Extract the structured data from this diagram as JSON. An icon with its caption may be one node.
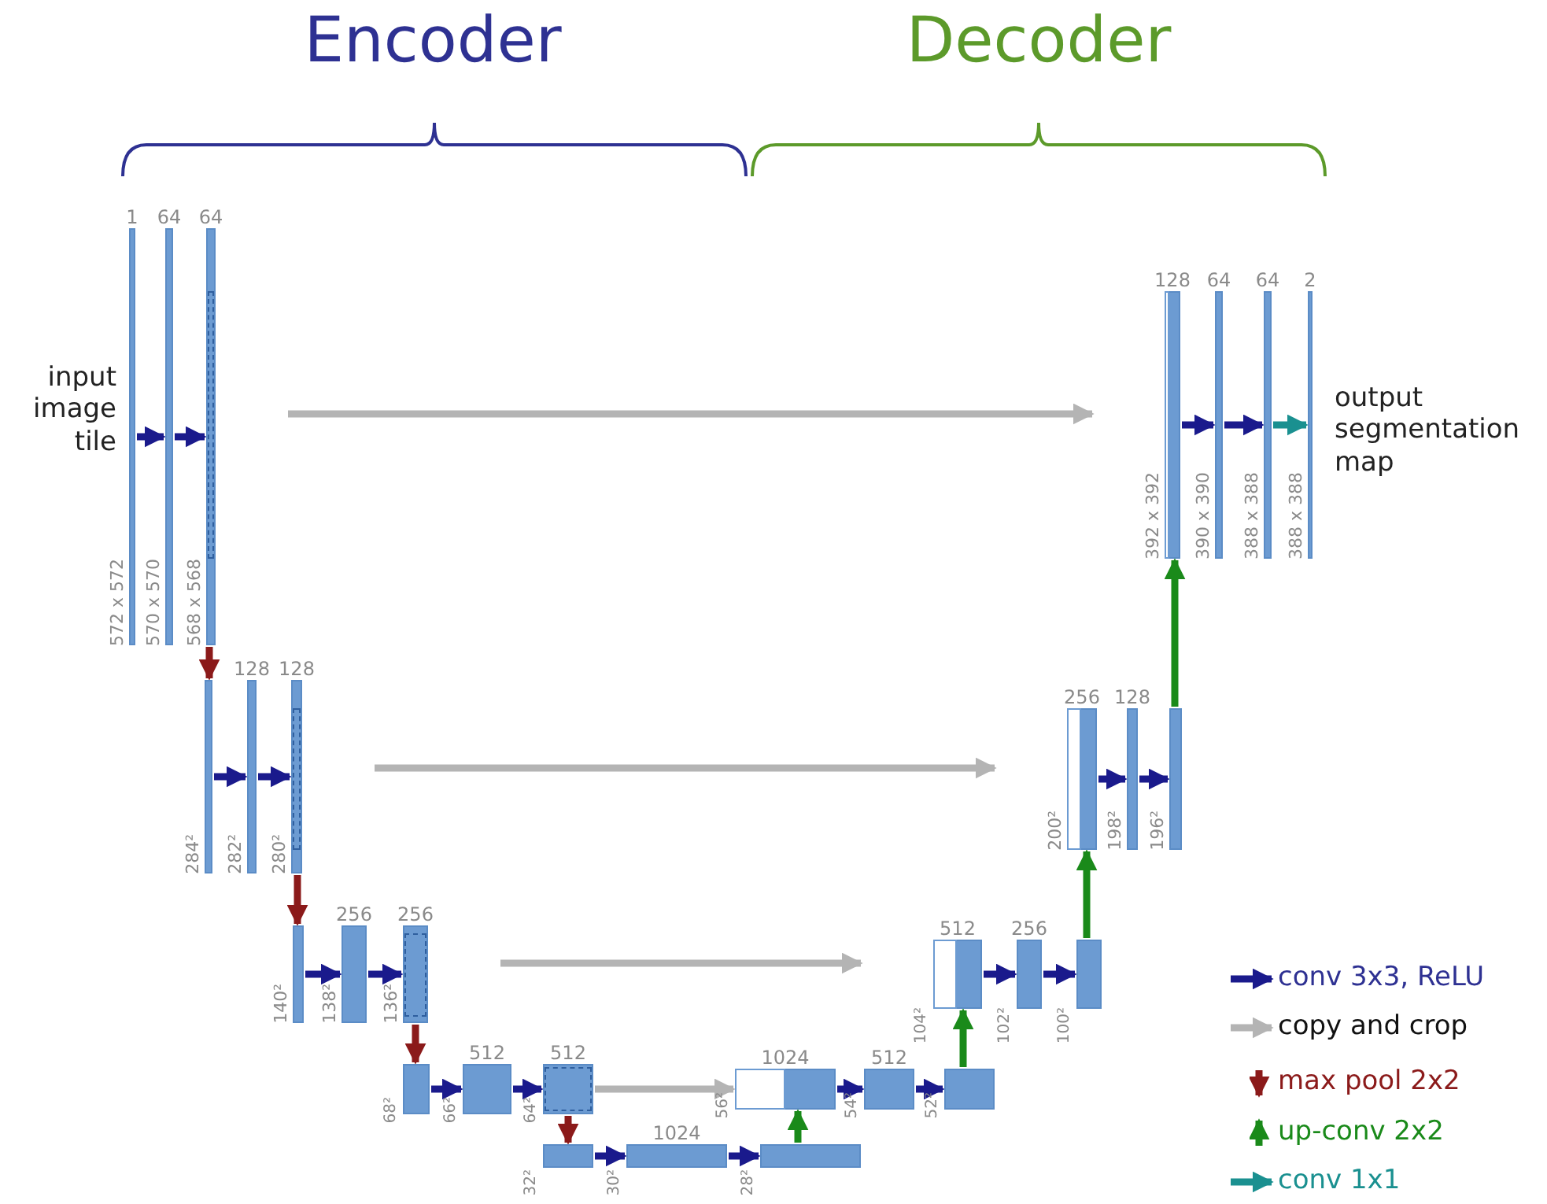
{
  "diagram": {
    "nodes": [
      {
        "text": [
          "1"
        ],
        "beside": [
          "572 x 572"
        ]
      },
      {
        "text": [
          "64"
        ],
        "beside": [
          "570 x 570"
        ]
      },
      {
        "text": [
          "64"
        ],
        "beside": [
          "568 x 568"
        ]
      },
      {
        "text": [],
        "beside": [
          "284²"
        ],
        "shape": "bar"
      },
      {
        "text": [
          "128"
        ],
        "beside": [
          "282²"
        ]
      },
      {
        "text": [
          "128"
        ],
        "beside": [
          "280²"
        ]
      },
      {
        "text": [],
        "beside": [
          "140²"
        ],
        "shape": "bar"
      },
      {
        "text": [
          "256"
        ],
        "beside": [
          "138²"
        ]
      },
      {
        "text": [
          "256"
        ],
        "beside": [
          "136²"
        ]
      },
      {
        "text": [],
        "beside": [
          "68²"
        ],
        "shape": "bar"
      },
      {
        "text": [
          "512"
        ],
        "beside": [
          "66²"
        ]
      },
      {
        "text": [
          "512"
        ],
        "beside": [
          "64²"
        ]
      },
      {
        "text": [],
        "beside": [
          "32²"
        ],
        "shape": "bar"
      },
      {
        "text": [
          "1024"
        ],
        "beside": [
          "30²"
        ]
      },
      {
        "text": [],
        "beside": [
          "28²"
        ],
        "shape": "bar"
      },
      {
        "text": [
          "1024"
        ],
        "beside": [
          "56²"
        ]
      },
      {
        "text": [
          "512"
        ],
        "beside": [
          "54²"
        ]
      },
      {
        "text": [],
        "beside": [
          "52²"
        ],
        "shape": "bar"
      },
      {
        "text": [
          "512"
        ],
        "beside": [
          "104²"
        ]
      },
      {
        "text": [
          "256"
        ],
        "beside": [
          "102²"
        ]
      },
      {
        "text": [],
        "beside": [
          "100²"
        ],
        "shape": "bar"
      },
      {
        "text": [
          "256"
        ],
        "beside": [
          "200²"
        ]
      },
      {
        "text": [
          "128"
        ],
        "beside": [
          "198²"
        ]
      },
      {
        "text": [],
        "beside": [
          "196²"
        ],
        "shape": "bar"
      },
      {
        "text": [
          "128"
        ],
        "beside": [
          "392 x 392"
        ]
      },
      {
        "text": [
          "64"
        ],
        "beside": [
          "390 x 390"
        ]
      },
      {
        "text": [
          "64"
        ],
        "beside": [
          "388 x 388"
        ]
      },
      {
        "text": [
          "2"
        ],
        "beside": [
          "388 x 388"
        ]
      }
    ],
    "edges": [
      {
        "from": 0,
        "to": 1,
        "arrow": "to"
      },
      {
        "from": 1,
        "to": 2,
        "arrow": "to"
      },
      {
        "from": 2,
        "to": 24,
        "arrow": "to",
        "color": "#b4b4b4"
      },
      {
        "from": 2,
        "to": 3,
        "arrow": "to",
        "color": "#8b1a1a"
      },
      {
        "from": 3,
        "to": 4,
        "arrow": "to"
      },
      {
        "from": 4,
        "to": 5,
        "arrow": "to"
      },
      {
        "from": 5,
        "to": 21,
        "arrow": "to",
        "color": "#b4b4b4"
      },
      {
        "from": 5,
        "to": 6,
        "arrow": "to",
        "color": "#8b1a1a"
      },
      {
        "from": 6,
        "to": 7,
        "arrow": "to"
      },
      {
        "from": 7,
        "to": 8,
        "arrow": "to"
      },
      {
        "from": 8,
        "to": 18,
        "arrow": "to",
        "color": "#b4b4b4"
      },
      {
        "from": 8,
        "to": 9,
        "arrow": "to",
        "color": "#8b1a1a"
      },
      {
        "from": 9,
        "to": 10,
        "arrow": "to"
      },
      {
        "from": 10,
        "to": 11,
        "arrow": "to"
      },
      {
        "from": 11,
        "to": 15,
        "arrow": "to",
        "color": "#b4b4b4"
      },
      {
        "from": 11,
        "to": 12,
        "arrow": "to",
        "color": "#8b1a1a"
      },
      {
        "from": 12,
        "to": 13,
        "arrow": "to"
      },
      {
        "from": 13,
        "to": 14,
        "arrow": "to"
      },
      {
        "from": 14,
        "to": 15,
        "arrow": "to",
        "color": "#1a8a1a"
      },
      {
        "from": 15,
        "to": 16,
        "arrow": "to"
      },
      {
        "from": 16,
        "to": 17,
        "arrow": "to"
      },
      {
        "from": 17,
        "to": 18,
        "arrow": "to",
        "color": "#1a8a1a"
      },
      {
        "from": 18,
        "to": 19,
        "arrow": "to"
      },
      {
        "from": 19,
        "to": 20,
        "arrow": "to"
      },
      {
        "from": 20,
        "to": 21,
        "arrow": "to",
        "color": "#1a8a1a"
      },
      {
        "from": 21,
        "to": 22,
        "arrow": "to"
      },
      {
        "from": 22,
        "to": 23,
        "arrow": "to"
      },
      {
        "from": 23,
        "to": 24,
        "arrow": "to",
        "color": "#1a8a1a"
      },
      {
        "from": 24,
        "to": 25,
        "arrow": "to"
      },
      {
        "from": 25,
        "to": 26,
        "arrow": "to"
      },
      {
        "from": 26,
        "to": 27,
        "arrow": "to",
        "color": "#1a9090"
      }
    ],
    "labels": [
      "Encoder",
      "Decoder",
      "input image tile",
      "output segmentation map"
    ],
    "legend": [
      {
        "text": "conv 3x3, ReLU",
        "color": "#1a1a8c"
      },
      {
        "text": "copy and crop",
        "color": "#b4b4b4"
      },
      {
        "text": "max pool 2x2",
        "color": "#8b1a1a"
      },
      {
        "text": "up-conv 2x2",
        "color": "#1a8a1a"
      },
      {
        "text": "conv 1x1",
        "color": "#1a9090"
      }
    ]
  }
}
